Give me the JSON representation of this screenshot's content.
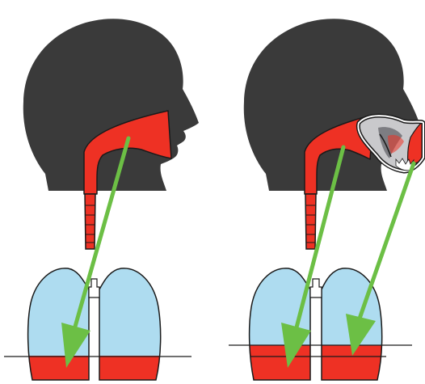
{
  "colors": {
    "head": "#3a3a3a",
    "airway": "#ee3124",
    "lung": "#aedcf0",
    "arrow": "#6cbf45",
    "outline": "#1a1a1a",
    "mask_fill": "#c9c9cc",
    "background": "#ffffff"
  },
  "panels": [
    {
      "id": "left",
      "shows_mask": false,
      "arrow_count": 1
    },
    {
      "id": "right",
      "shows_mask": true,
      "arrow_count": 2
    }
  ]
}
